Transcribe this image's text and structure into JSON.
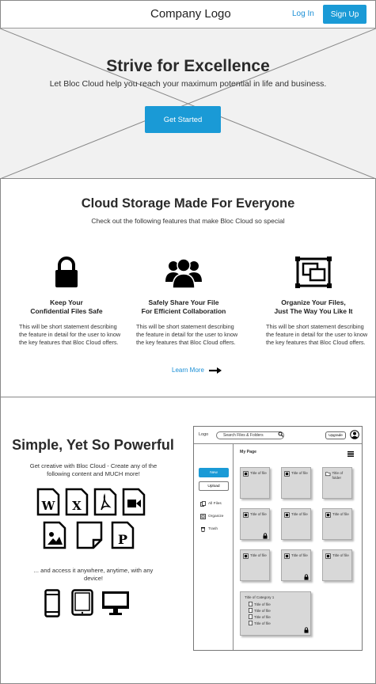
{
  "header": {
    "logo": "Company Logo",
    "login": "Log In",
    "signup": "Sign Up"
  },
  "hero": {
    "title": "Strive for Excellence",
    "subtitle": "Let Bloc Cloud help you reach your maximum potential in life and business.",
    "cta": "Get Started"
  },
  "features": {
    "title": "Cloud Storage Made For Everyone",
    "subtitle": "Check out the following features that make Bloc Cloud so special",
    "items": [
      {
        "icon": "lock-icon",
        "title_line1": "Keep Your",
        "title_line2": "Confidential Files Safe",
        "text": "This will be short statement describing the feature in detail for the user to know the key features that Bloc Cloud offers."
      },
      {
        "icon": "users-icon",
        "title_line1": "Safely Share Your File",
        "title_line2": "For Efficient Collaboration",
        "text": "This will be short statement describing the feature in detail for the user to know the key features that Bloc Cloud offers."
      },
      {
        "icon": "organize-icon",
        "title_line1": "Organize Your Files,",
        "title_line2": "Just The Way You Like It",
        "text": "This will be short statement describing the feature in detail for the user to know the key features that Bloc Cloud offers."
      }
    ],
    "learn_more": "Learn More"
  },
  "powerful": {
    "title": "Simple, Yet So Powerful",
    "subtitle": "Get creative with Bloc Cloud - Create any of the following content and MUCH more!",
    "access": "... and access it anywhere, anytime, with any device!",
    "file_letters": {
      "word": "W",
      "excel": "X",
      "ppt": "P"
    }
  },
  "app": {
    "logo": "Logo",
    "search_placeholder": "Search Files & Folders",
    "upgrade": "Upgrade",
    "new": "New",
    "upload": "Upload",
    "side_items": [
      "All Files",
      "Organize",
      "Trash"
    ],
    "page_title": "My Page",
    "tiles": [
      {
        "label": "Title of file",
        "icon": "word-file-icon",
        "lock": false
      },
      {
        "label": "Title of file",
        "icon": "excel-file-icon",
        "lock": false
      },
      {
        "label": "Title of folder",
        "icon": "folder-icon",
        "lock": false
      },
      {
        "label": "Title of file",
        "icon": "word-file-icon",
        "lock": true
      },
      {
        "label": "Title of file",
        "icon": "image-file-icon",
        "lock": false
      },
      {
        "label": "Title of file",
        "icon": "pdf-file-icon",
        "lock": false
      },
      {
        "label": "Title of file",
        "icon": "video-file-icon",
        "lock": false
      },
      {
        "label": "Title of file",
        "icon": "excel-file-icon",
        "lock": true
      },
      {
        "label": "Title of file",
        "icon": "pdf-file-icon",
        "lock": false
      }
    ],
    "category": {
      "title": "Title of Category 1",
      "files": [
        "Title of file",
        "Title of file",
        "Title of file",
        "Title of file"
      ]
    }
  }
}
